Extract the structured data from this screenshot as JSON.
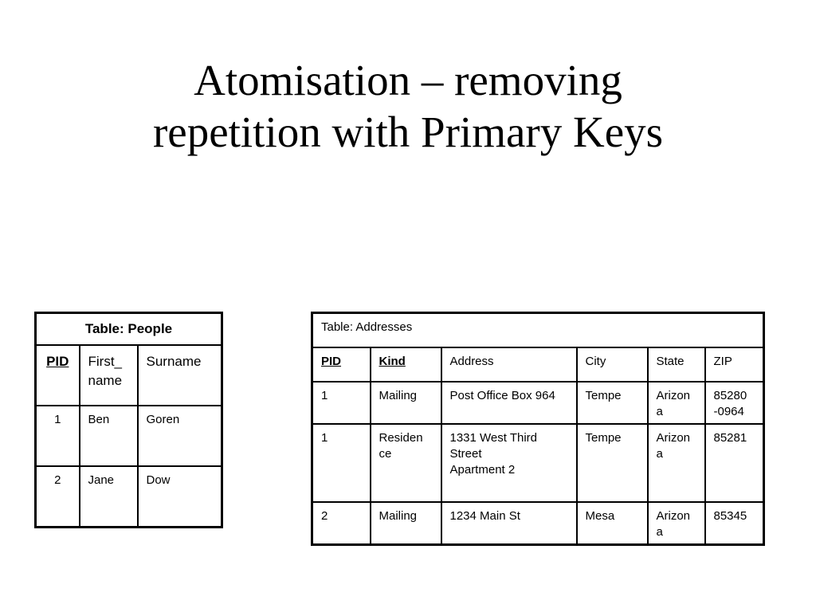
{
  "slide": {
    "title_line1": "Atomisation – removing",
    "title_line2": "repetition with Primary Keys"
  },
  "people_table": {
    "caption": "Table: People",
    "headers": [
      "PID",
      "First_ name",
      "Surname"
    ],
    "rows": [
      [
        "1",
        "Ben",
        "Goren"
      ],
      [
        "2",
        "Jane",
        "Dow"
      ]
    ]
  },
  "addresses_table": {
    "caption": "Table: Addresses",
    "headers": [
      "PID",
      "Kind",
      "Address",
      "City",
      "State",
      "ZIP"
    ],
    "rows": [
      [
        "1",
        "Mailing",
        "Post Office Box 964",
        "Tempe",
        "Arizon a",
        "85280 -0964"
      ],
      [
        "1",
        "Residen ce",
        "1331 West Third Street",
        "Tempe",
        "Arizon a",
        "85281"
      ],
      [
        "2",
        "Mailing",
        "1234 Main St",
        "Mesa",
        "Arizon a",
        "85345"
      ]
    ],
    "row2_address_extra": "Apartment 2"
  }
}
